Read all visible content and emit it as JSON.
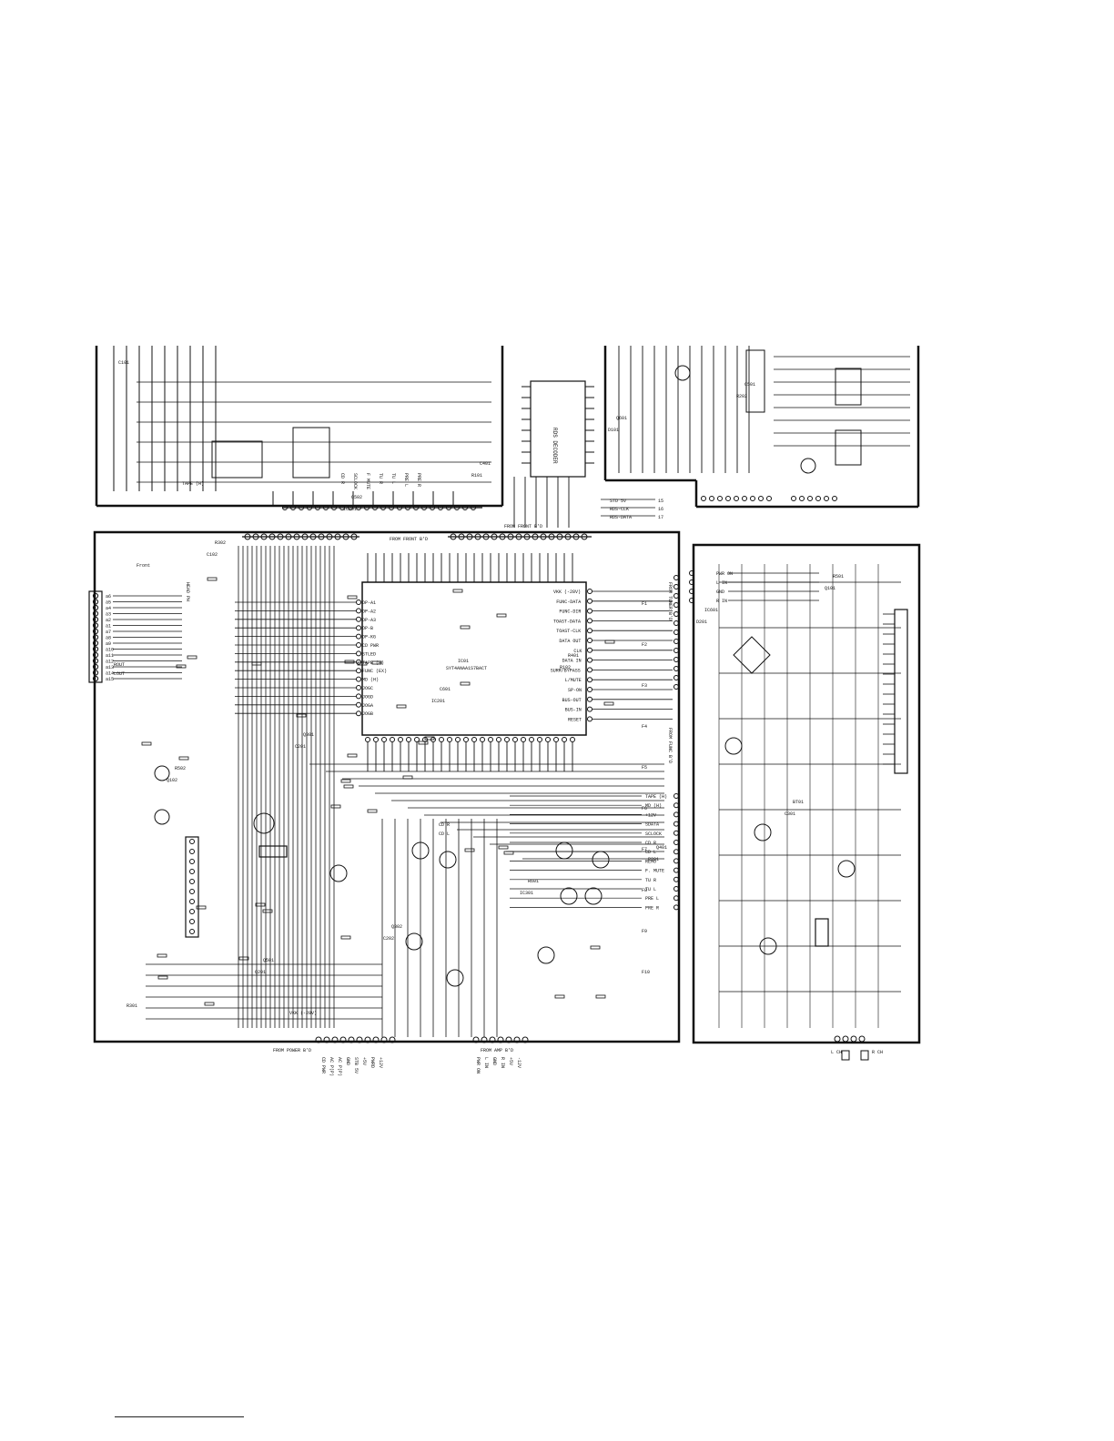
{
  "schematic": {
    "ic_main": {
      "ref": "IC01",
      "part": "SYT4ANAA1S7BACT",
      "left_pins": [
        "OP-A1",
        "OP-A2",
        "OP-A3",
        "OP-B",
        "OP-KG",
        "CD PWR",
        "STLED",
        "TAPE (H)",
        "FUNC (EX)",
        "MD (H)",
        "JOGC",
        "JOGD",
        "JOGA",
        "JOGB"
      ],
      "right_pins": [
        "VKK (-28V)",
        "FUNC-DATA",
        "FUNC-DIR",
        "TOAST-DATA",
        "TOAST-CLK",
        "DATA OUT",
        "CLK",
        "DATA IN",
        "SURR/BYPASS",
        "L/MUTE",
        "SP-ON",
        "BUS-OUT",
        "BUS-IN",
        "RESET"
      ]
    },
    "connectors": {
      "top_left": [
        "CD R",
        "SCLOCK",
        "F MUTE",
        "TU R",
        "TU L",
        "PRE L",
        "PRE R"
      ],
      "top_middle": [
        "STD 5V",
        "RDS-CLK",
        "RDS-DATA"
      ],
      "top_middle_pins": [
        "15",
        "16",
        "17"
      ],
      "right_mid": [
        "PWR ON",
        "L IN",
        "GND",
        "R IN"
      ],
      "right_lower": [
        "TAPE (H)",
        "MD (H)",
        "+12V",
        "SDATA",
        "SCLOCK",
        "CD R",
        "CD L",
        "REMO",
        "F. MUTE",
        "TU R",
        "TU L",
        "PRE L",
        "PRE R"
      ],
      "right_f_labels": [
        "F1",
        "F2",
        "F3",
        "F4",
        "F5",
        "F6",
        "F7",
        "F8",
        "F9",
        "F10"
      ],
      "bottom_left": [
        "CD PWR",
        "AC P(P)",
        "AC P(P)",
        "GND",
        "STB 5V",
        "+5V",
        "PWRD",
        "+12V"
      ],
      "bottom_middle": [
        "PWR ON",
        "L IN",
        "GND",
        "R IN",
        "+5V",
        "-12V"
      ]
    },
    "board_labels": {
      "from_front_1": "FROM FRONT B'D",
      "from_front_2": "FROM FRONT B'D",
      "from_power": "FROM POWER B'D",
      "from_amp": "FROM AMP B'D",
      "from_tuner": "FROM TUNER B'D",
      "from_func": "FROM FUNC B'D",
      "front": "Front",
      "rds_decoder": "RDS DECODER",
      "tape_dc": "TAPE (H)",
      "headphone": "HEAD PH",
      "l_ch": "L CH",
      "r_ch": "R CH",
      "vkk": "VKK (-28V)",
      "rout": "ROUT",
      "lout": "LOUT",
      "cd_r": "CD R",
      "cd_l": "CD L"
    },
    "jack_pins": [
      "a6",
      "a5",
      "a4",
      "a3",
      "a2",
      "a1",
      "a7",
      "a8",
      "a9",
      "a10",
      "a11",
      "a12",
      "a13",
      "a14",
      "a15"
    ],
    "refs": [
      "C101",
      "C102",
      "C201",
      "C202",
      "R101",
      "R102",
      "R201",
      "R202",
      "Q101",
      "Q102",
      "Q201",
      "IC101",
      "IC201",
      "IC301",
      "D101",
      "D201",
      "C301",
      "R301",
      "R302",
      "Q301",
      "Q302",
      "C401",
      "R401",
      "Q401",
      "C501",
      "R501",
      "R502",
      "Q501",
      "Q502",
      "C601",
      "R601",
      "Q601",
      "IC601",
      "BT01"
    ]
  }
}
